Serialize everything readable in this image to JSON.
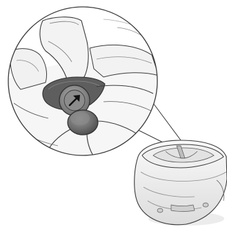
{
  "figure": {
    "subject": "helmet-speaker-mount",
    "magnifier": "detail-callout",
    "arrow_direction": "up-right",
    "colors": {
      "line": "#3a3a3a",
      "fill_light": "#f4f4f4",
      "fill_mid": "#d9d9d9",
      "fill_dark": "#7a7a7a",
      "fill_darker": "#5a5a5a",
      "background": "#ffffff"
    }
  }
}
